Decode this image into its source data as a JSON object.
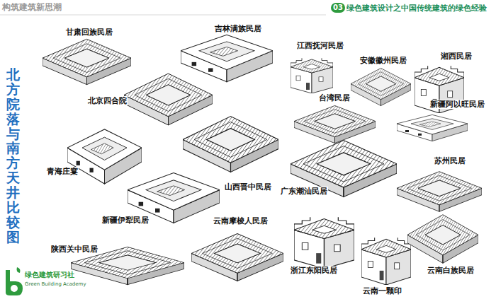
{
  "diagram": {
    "title": "北方院落与南方天井比较图",
    "labels": [
      "构筑建筑新思潮",
      "03",
      "绿色建筑设计之中国传统建筑的绿色经验",
      "甘肃回族民居",
      "吉林满族民居",
      "江西抚河民居",
      "安徽徽州民居",
      "湘西民居",
      "北京四合院",
      "台湾民居",
      "新疆阿以旺民居",
      "青海庄窠",
      "山西晋中民居",
      "广东潮汕民居",
      "苏州民居",
      "新疆伊犁民居",
      "云南摩梭人民居",
      "陕西关中民居",
      "浙江东阳民居",
      "云南一颗印",
      "云南白族民居",
      "绿色建筑研习社",
      "Green Building Academy"
    ]
  }
}
